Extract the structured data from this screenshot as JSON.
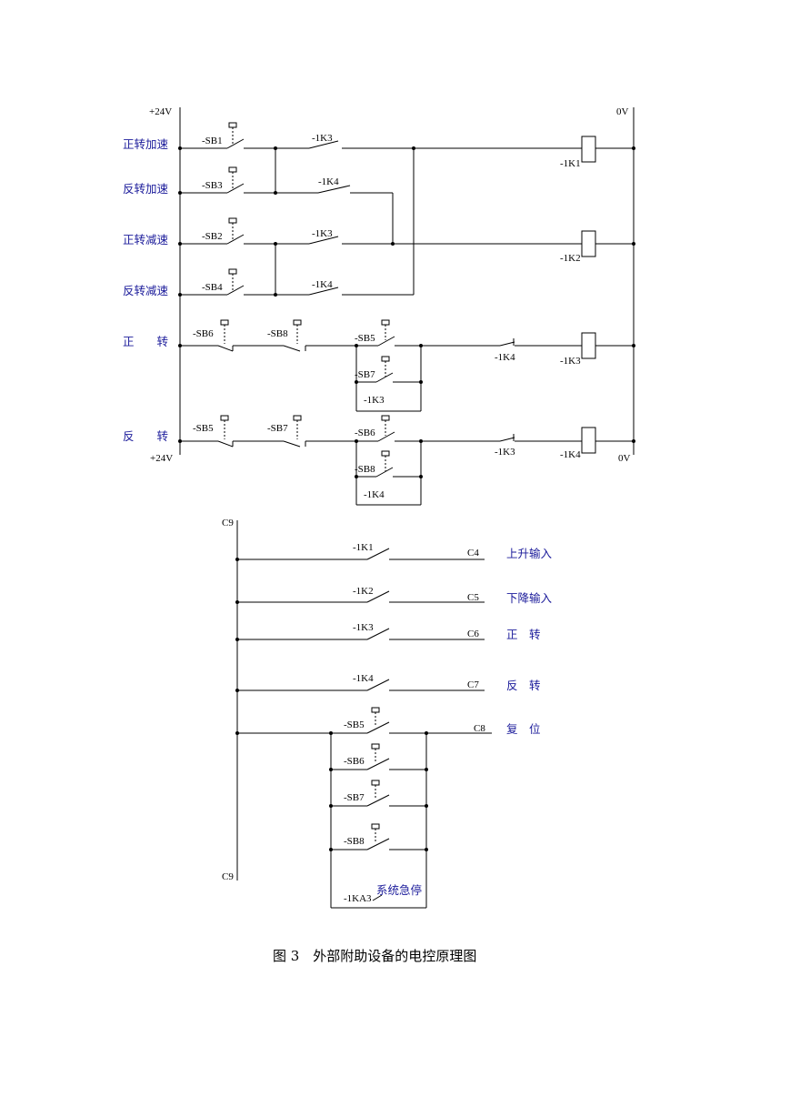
{
  "top": {
    "supply_left_top": "+24V",
    "supply_left_bottom": "+24V",
    "supply_right_top": "0V",
    "supply_right_bottom": "0V",
    "row_labels": [
      "正转加速",
      "反转加速",
      "正转减速",
      "反转减速",
      "正　　转",
      "反　　转"
    ],
    "contact_labels": {
      "sb1": "-SB1",
      "sb3": "-SB3",
      "sb2": "-SB2",
      "sb4": "-SB4",
      "r1k3": "-1K3",
      "r2k4": "-1K4",
      "r3k3": "-1K3",
      "r4k4": "-1K4",
      "r5sb6": "-SB6",
      "r5sb8": "-SB8",
      "r5sb5": "-SB5",
      "r5sb7": "-SB7",
      "r5k3": "-1K3",
      "r5k4": "-1K4",
      "r6sb5": "-SB5",
      "r6sb7": "-SB7",
      "r6sb6": "-SB6",
      "r6sb8": "-SB8",
      "r6k4": "-1K4",
      "r6k3": "-1K3"
    },
    "coil_labels": [
      "-1K1",
      "-1K2",
      "-1K3",
      "-1K4"
    ]
  },
  "bottom": {
    "bus_top": "C9",
    "bus_bottom": "C9",
    "rows": [
      {
        "contact": "-1K1",
        "terminal": "C4",
        "function": "上升输入"
      },
      {
        "contact": "-1K2",
        "terminal": "C5",
        "function": "下降输入"
      },
      {
        "contact": "-1K3",
        "terminal": "C6",
        "function": "正　转"
      },
      {
        "contact": "-1K4",
        "terminal": "C7",
        "function": "反　转"
      },
      {
        "contact": "-SB5",
        "terminal": "C8",
        "function": "复　位"
      }
    ],
    "parallel_contacts": [
      "-SB6",
      "-SB7",
      "-SB8",
      "-1KA3"
    ],
    "estop_label": "系统急停"
  },
  "caption": "图 3　外部附助设备的电控原理图"
}
